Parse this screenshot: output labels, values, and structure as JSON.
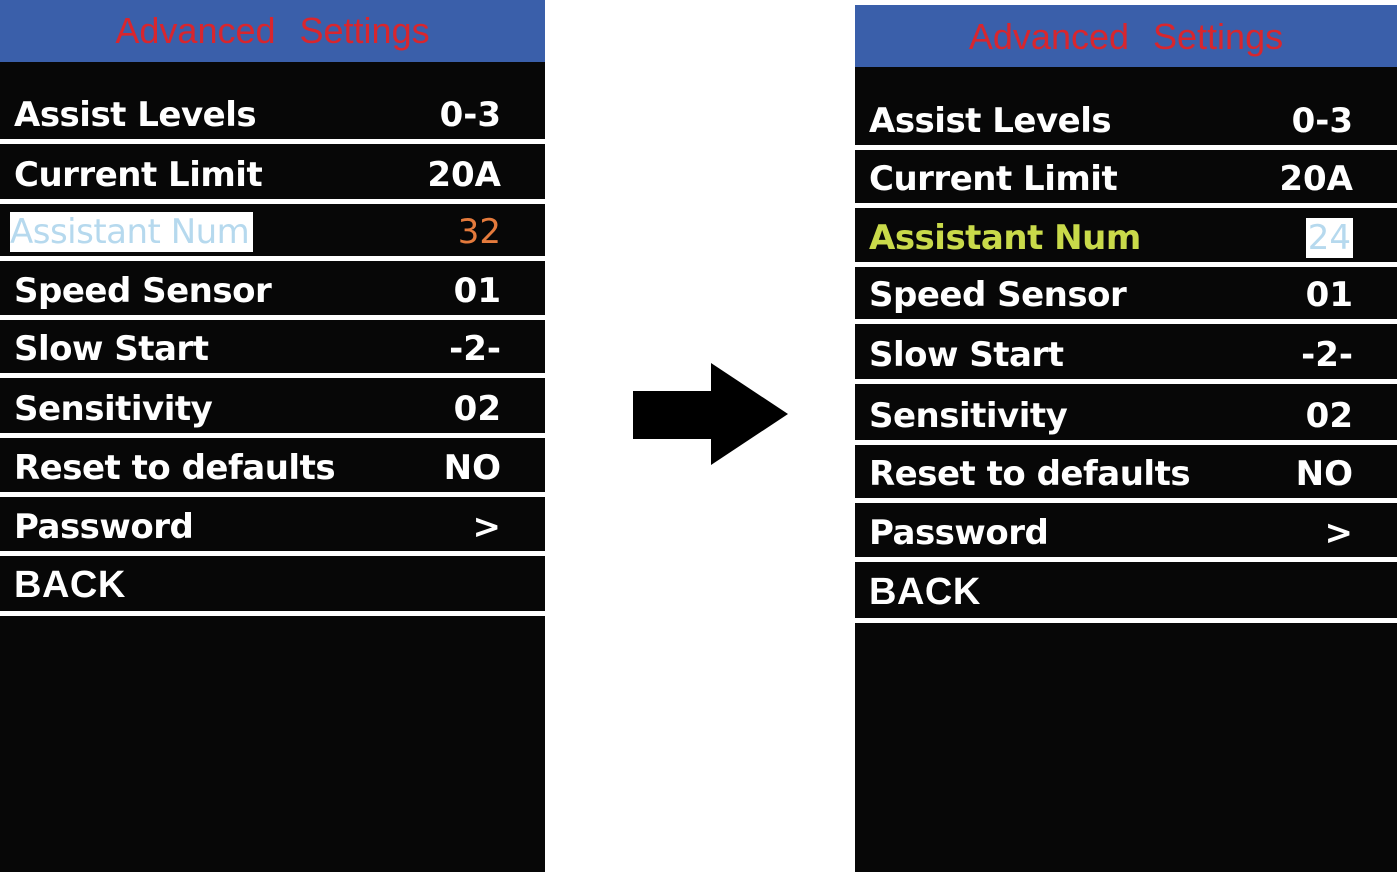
{
  "screens": [
    {
      "title": "Advanced  Settings",
      "items": [
        {
          "label": "Assist Levels",
          "value": "0-3"
        },
        {
          "label": "Current Limit",
          "value": "20A"
        },
        {
          "label": "Assistant Num",
          "value": "32"
        },
        {
          "label": "Speed Sensor",
          "value": "01"
        },
        {
          "label": "Slow Start",
          "value": "-2-"
        },
        {
          "label": "Sensitivity",
          "value": "02"
        },
        {
          "label": "Reset to defaults",
          "value": "NO"
        },
        {
          "label": "Password",
          "value": ">"
        },
        {
          "label": "BACK",
          "value": ""
        }
      ]
    },
    {
      "title": "Advanced  Settings",
      "items": [
        {
          "label": "Assist Levels",
          "value": "0-3"
        },
        {
          "label": "Current Limit",
          "value": "20A"
        },
        {
          "label": "Assistant Num",
          "value": "24"
        },
        {
          "label": "Speed Sensor",
          "value": "01"
        },
        {
          "label": "Slow Start",
          "value": "-2-"
        },
        {
          "label": "Sensitivity",
          "value": "02"
        },
        {
          "label": "Reset to defaults",
          "value": "NO"
        },
        {
          "label": "Password",
          "value": ">"
        },
        {
          "label": "BACK",
          "value": ""
        }
      ]
    }
  ],
  "arrow": {
    "icon": "arrow-right-icon",
    "color": "#000000"
  },
  "colors": {
    "screen_bg": "#070707",
    "title_bar_bg": "#3a5faa",
    "title_text": "#d8262e",
    "selected_value_before": "#e47a3c",
    "selected_label_after": "#c9da4a",
    "inverted_text": "#b6d9ee"
  }
}
